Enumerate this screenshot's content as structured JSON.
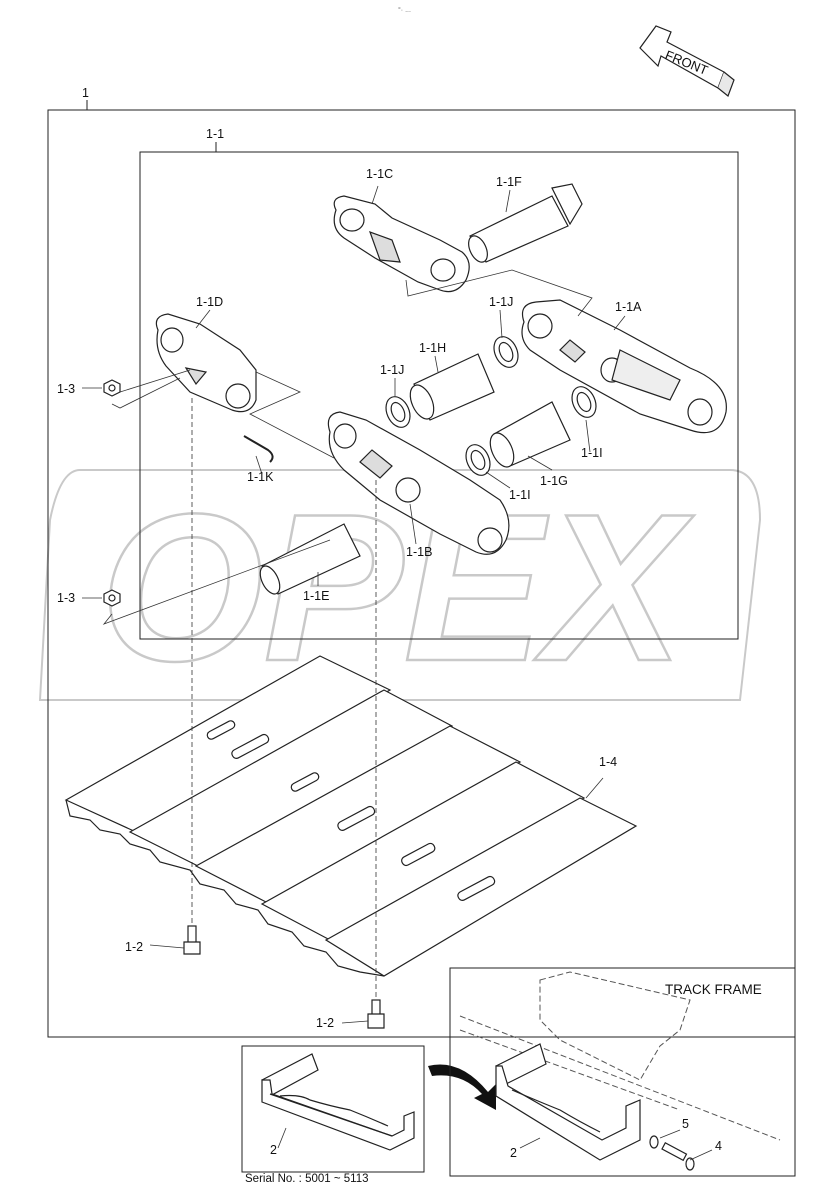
{
  "header": {
    "tiny_mark": "°· ..."
  },
  "front_arrow": {
    "label": "FRONT"
  },
  "callouts": {
    "assembly": "1",
    "link_assy": "1-1",
    "link_a": "1-1A",
    "link_b": "1-1B",
    "link_c": "1-1C",
    "link_d": "1-1D",
    "pin_e": "1-1E",
    "pin_f": "1-1F",
    "bushing_g": "1-1G",
    "bushing_h": "1-1H",
    "seal_i_right": "1-1I",
    "seal_i_lower": "1-1I",
    "spacer_j_left": "1-1J",
    "spacer_j_right": "1-1J",
    "lock_k": "1-1K",
    "bolt_left": "1-2",
    "bolt_bottom": "1-2",
    "nut_top": "1-3",
    "nut_bottom": "1-3",
    "shoe": "1-4",
    "guard_left": "2",
    "guard_right": "2",
    "washer": "5",
    "bolt_guard": "4"
  },
  "inset": {
    "title": "TRACK FRAME"
  },
  "footer": {
    "serial": "Serial No. : 5001 ~ 5113"
  },
  "watermark": {
    "text": "OPEX"
  }
}
